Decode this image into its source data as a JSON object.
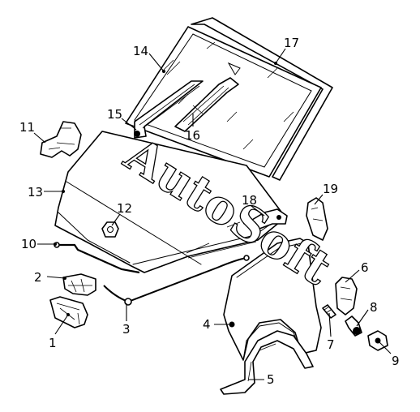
{
  "watermark": "AutoSoft",
  "callouts": {
    "n1": "1",
    "n2": "2",
    "n3": "3",
    "n4": "4",
    "n5": "5",
    "n6": "6",
    "n7": "7",
    "n8": "8",
    "n9": "9",
    "n10": "10",
    "n11": "11",
    "n12": "12",
    "n13": "13",
    "n14": "14",
    "n15": "15",
    "n16": "16",
    "n17": "17",
    "n18": "18",
    "n19": "19"
  }
}
